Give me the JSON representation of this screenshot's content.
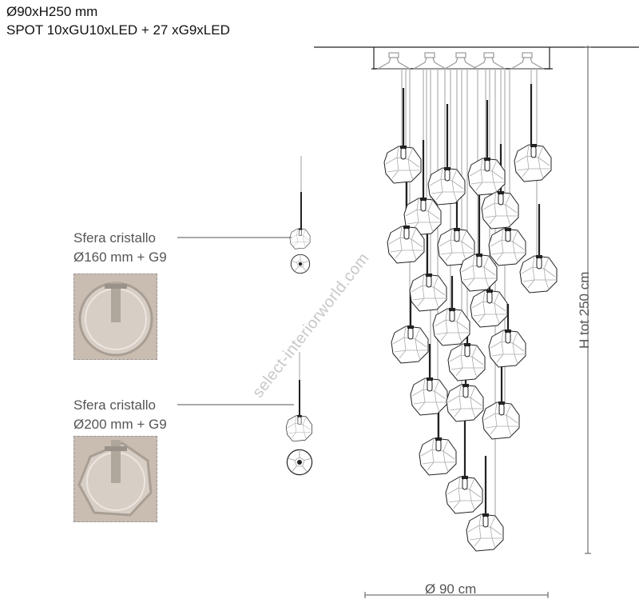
{
  "header": {
    "dimensions": "Ø90xH250 mm",
    "light_source": "SPOT 10xGU10xLED + 27 xG9xLED"
  },
  "components": [
    {
      "name": "Sfera cristallo",
      "size": "Ø160 mm + G9"
    },
    {
      "name": "Sfera cristallo",
      "size": "Ø200 mm + G9"
    }
  ],
  "dimensions": {
    "height_label": "H tot 250 cm",
    "diameter_label": "Ø 90 cm"
  },
  "watermark": "select-interiorworld.com",
  "colors": {
    "line": "#111111",
    "cable": "#b5b5b5",
    "facet": "#aaaaaa",
    "label_text": "#555555",
    "photo_bg": "#c9bcb0"
  },
  "fixture": {
    "canopy_spots": 5,
    "pendant_count": 27
  }
}
